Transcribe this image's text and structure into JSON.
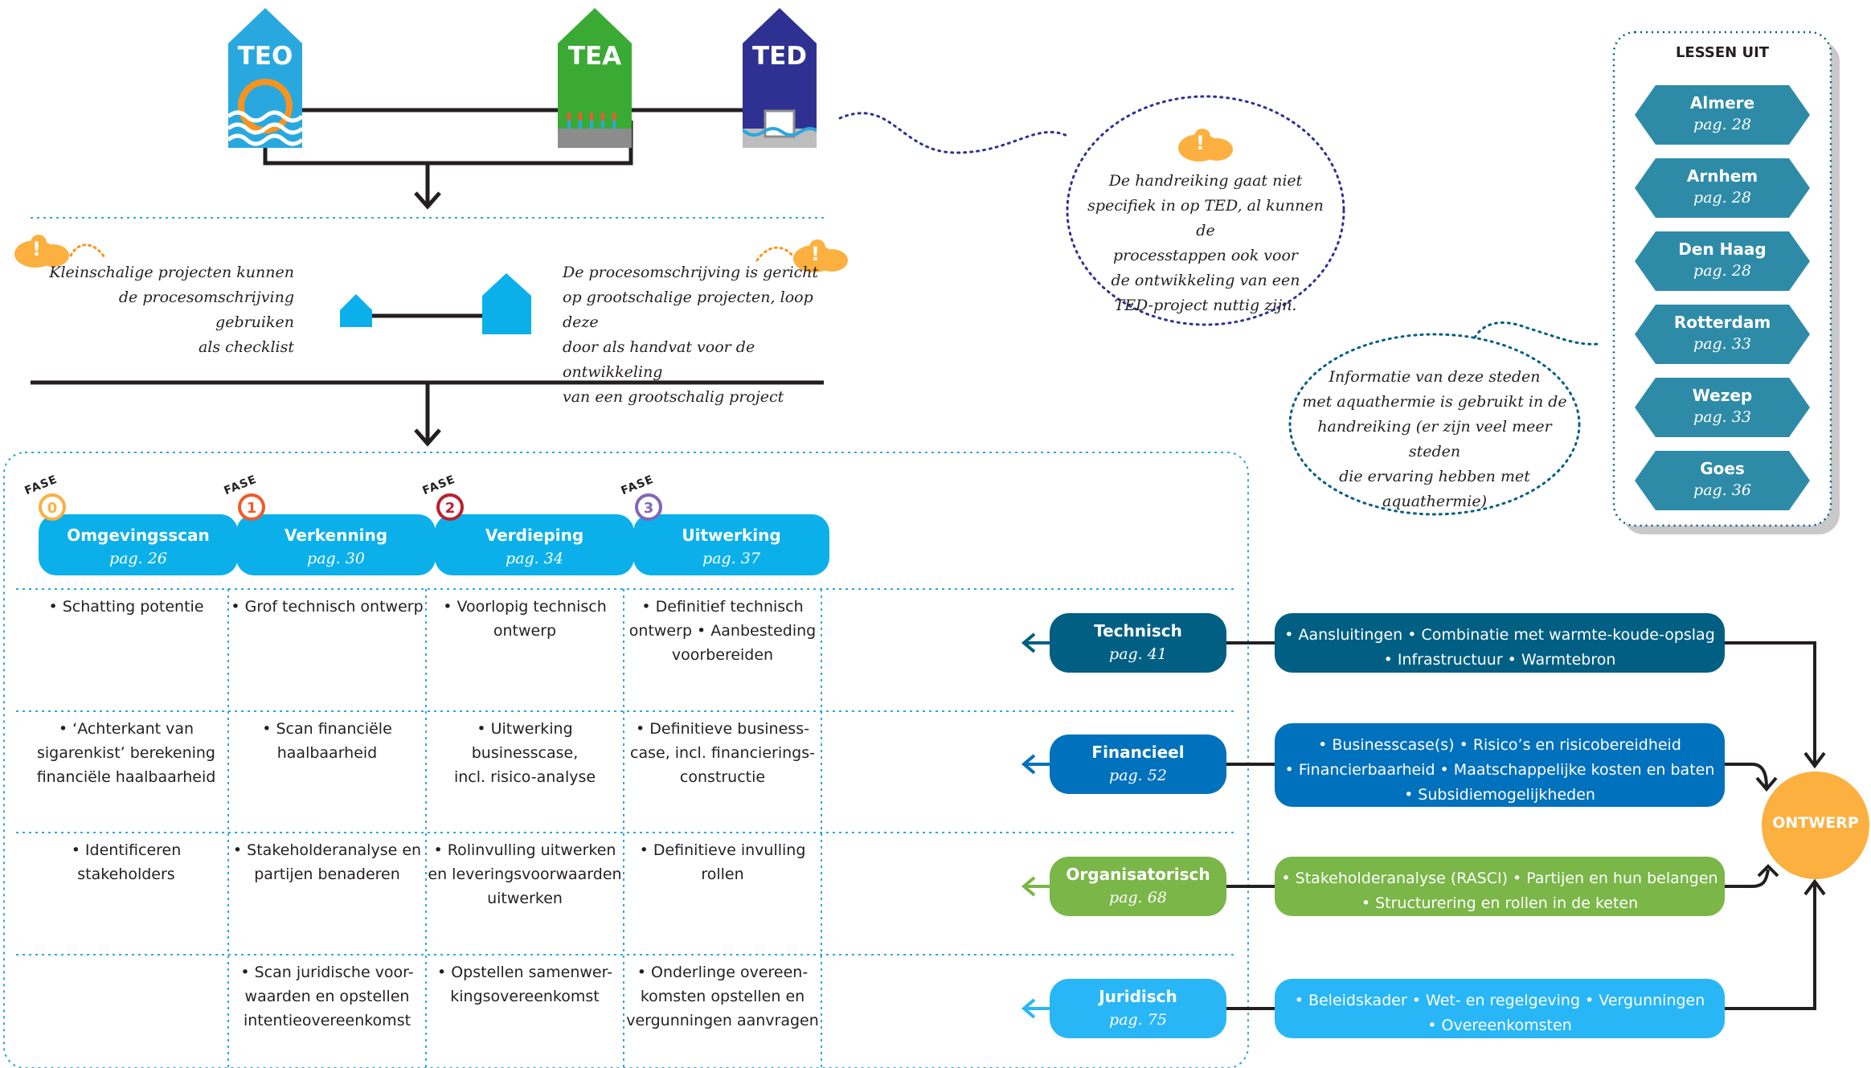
{
  "houses": {
    "teo": "TEO",
    "tea": "TEA",
    "ted": "TED"
  },
  "notes": {
    "small_projects": [
      "Kleinschalige projecten kunnen",
      "de procesomschrijving gebruiken",
      "als checklist"
    ],
    "large_projects": [
      "De procesomschrijving is gericht",
      "op grootschalige projecten, loop deze",
      "door als handvat voor de ontwikkeling",
      "van een grootschalig project"
    ],
    "ted_note": [
      "De handreiking gaat niet",
      "specifiek in op TED, al kunnen de",
      "processtappen ook voor",
      "de ontwikkeling van een",
      "TED-project nuttig zijn."
    ],
    "cities_note": [
      "Informatie van deze steden",
      "met aquathermie is gebruikt in de",
      "handreiking (er zijn veel meer steden",
      "die ervaring hebben met",
      "aquathermie)"
    ],
    "alert_glyph": "!"
  },
  "phases": [
    {
      "fase_label": "FASE",
      "number": "0",
      "title": "Omgevingsscan",
      "page": "pag. 26",
      "color": "#fbb040"
    },
    {
      "fase_label": "FASE",
      "number": "1",
      "title": "Verkenning",
      "page": "pag. 30",
      "color": "#f15a29"
    },
    {
      "fase_label": "FASE",
      "number": "2",
      "title": "Verdieping",
      "page": "pag. 34",
      "color": "#be1e2d"
    },
    {
      "fase_label": "FASE",
      "number": "3",
      "title": "Uitwerking",
      "page": "pag. 37",
      "color": "#8067b7"
    }
  ],
  "grid": {
    "row1": [
      [
        "• Schatting potentie"
      ],
      [
        "• Grof technisch ontwerp"
      ],
      [
        "• Voorlopig technisch",
        "ontwerp"
      ],
      [
        "• Definitief technisch",
        "ontwerp • Aanbesteding",
        "voorbereiden"
      ]
    ],
    "row2": [
      [
        "• ‘Achterkant van",
        "sigarenkist’ berekening",
        "financiële haalbaarheid"
      ],
      [
        "• Scan financiële",
        "haalbaarheid"
      ],
      [
        "• Uitwerking",
        "businesscase,",
        "incl. risico-analyse"
      ],
      [
        "• Definitieve business-",
        "case, incl. financierings-",
        "constructie"
      ]
    ],
    "row3": [
      [
        "• Identificeren",
        "stakeholders"
      ],
      [
        "• Stakeholderanalyse en",
        "partijen benaderen"
      ],
      [
        "• Rolinvulling uitwerken",
        "en leveringsvoorwaarden",
        "uitwerken"
      ],
      [
        "• Definitieve invulling",
        "rollen"
      ]
    ],
    "row4": [
      [],
      [
        "• Scan juridische voor-",
        "waarden en opstellen",
        "intentieovereenkomst"
      ],
      [
        "• Opstellen samenwer-",
        "kingsovereenkomst"
      ],
      [
        "• Onderlinge overeen-",
        "komsten opstellen en",
        "vergunningen aanvragen"
      ]
    ]
  },
  "categories": [
    {
      "title": "Technisch",
      "page": "pag. 41",
      "color": "#005f83",
      "detail_color": "#005f83",
      "details": [
        "• Aansluitingen • Combinatie met warmte-koude-opslag",
        "• Infrastructuur • Warmtebron"
      ]
    },
    {
      "title": "Financieel",
      "page": "pag. 52",
      "color": "#0071bc",
      "detail_color": "#0071bc",
      "details": [
        "• Businesscase(s) • Risico’s en risicobereidheid",
        "• Financierbaarheid • Maatschappelijke kosten en baten",
        "• Subsidiemogelijkheden"
      ]
    },
    {
      "title": "Organisatorisch",
      "page": "pag. 68",
      "color": "#7ab648",
      "detail_color": "#7ab648",
      "details": [
        "• Stakeholderanalyse (RASCI) • Partijen en hun belangen",
        "• Structurering en rollen in de keten"
      ]
    },
    {
      "title": "Juridisch",
      "page": "pag. 75",
      "color": "#29b6f6",
      "detail_color": "#29b6f6",
      "details": [
        "• Beleidskader • Wet- en regelgeving • Vergunningen",
        "• Overeenkomsten"
      ]
    }
  ],
  "ontwerp": {
    "label": "ONTWERP",
    "color": "#fbb040"
  },
  "lessons": {
    "title": "LESSEN UIT",
    "cities": [
      {
        "name": "Almere",
        "page": "pag. 28"
      },
      {
        "name": "Arnhem",
        "page": "pag. 28"
      },
      {
        "name": "Den Haag",
        "page": "pag. 28"
      },
      {
        "name": "Rotterdam",
        "page": "pag. 33"
      },
      {
        "name": "Wezep",
        "page": "pag. 33"
      },
      {
        "name": "Goes",
        "page": "pag. 36"
      }
    ],
    "city_color": "#2e8ba8"
  },
  "colors": {
    "teo": "#29a8e0",
    "tea": "#3aaa35",
    "ted": "#2e3192",
    "phase_blue": "#0bb0eb",
    "dotted_blue": "#29a8e0",
    "navy_dots": "#2e3192",
    "alert_orange": "#fbb040"
  }
}
